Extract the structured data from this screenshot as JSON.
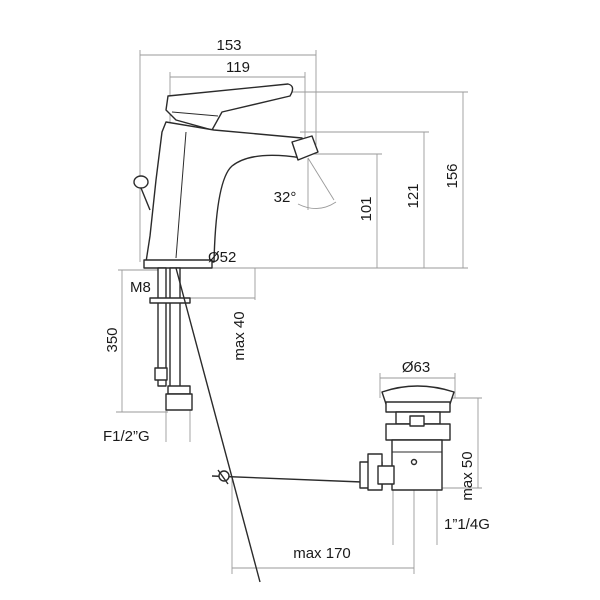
{
  "labels": {
    "width_overall": "153",
    "width_spout": "119",
    "height_overall": "156",
    "height_spout_top": "121",
    "height_spout_outlet": "101",
    "spout_angle": "32°",
    "base_diameter": "Ø52",
    "thread_rod": "M8",
    "hose_length": "350",
    "max_thickness": "max 40",
    "hose_thread": "F1/2”G",
    "waste_diameter": "Ø63",
    "waste_height": "max 50",
    "waste_thread": "1”1/4G",
    "rod_reach": "max 170"
  }
}
